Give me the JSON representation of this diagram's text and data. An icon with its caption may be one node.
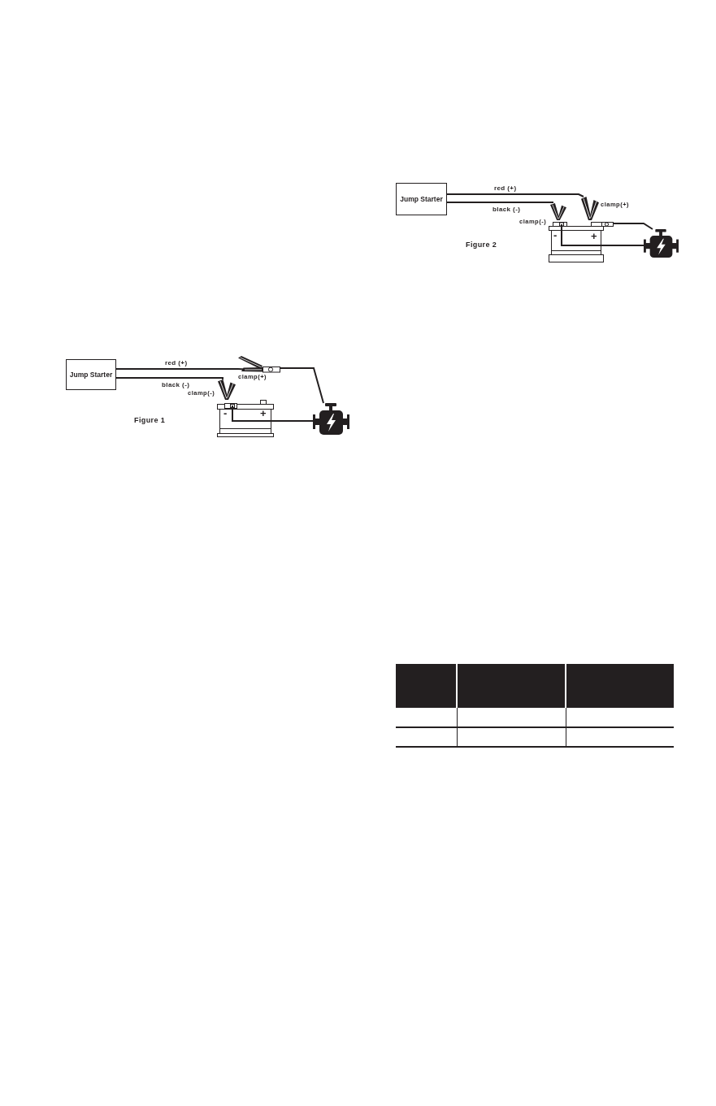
{
  "diagram": {
    "nodes": [
      {
        "text": [
          "Jump Starter"
        ]
      },
      {
        "text": [],
        "shape": "picture",
        "beside": [
          "clamp(+)"
        ]
      },
      {
        "text": [],
        "shape": "picture",
        "beside": [
          "clamp(-)"
        ]
      },
      {
        "text": [
          "-",
          "+"
        ]
      },
      {
        "text": [],
        "shape": "picture"
      },
      {
        "text": [
          "Jump Starter"
        ]
      },
      {
        "text": [],
        "shape": "picture",
        "beside": [
          "clamp(+)"
        ]
      },
      {
        "text": [],
        "shape": "picture",
        "beside": [
          "clamp(-)"
        ]
      },
      {
        "text": [
          "-",
          "+"
        ]
      },
      {
        "text": [],
        "shape": "picture"
      }
    ],
    "edges": [
      {
        "from": 0,
        "to": 1,
        "arrow": "none",
        "label": "red (+)"
      },
      {
        "from": 0,
        "to": 2,
        "arrow": "none",
        "label": "black (-)"
      },
      {
        "from": 1,
        "to": 4,
        "arrow": "none"
      },
      {
        "from": 3,
        "to": 4,
        "arrow": "none"
      },
      {
        "from": 5,
        "to": 6,
        "arrow": "none",
        "label": "red (+)"
      },
      {
        "from": 5,
        "to": 7,
        "arrow": "none",
        "label": "black (-)"
      },
      {
        "from": 8,
        "to": 9,
        "arrow": "none"
      },
      {
        "from": 8,
        "to": 9,
        "arrow": "none"
      }
    ],
    "labels": [
      "Figure 1",
      "Figure 2"
    ]
  }
}
